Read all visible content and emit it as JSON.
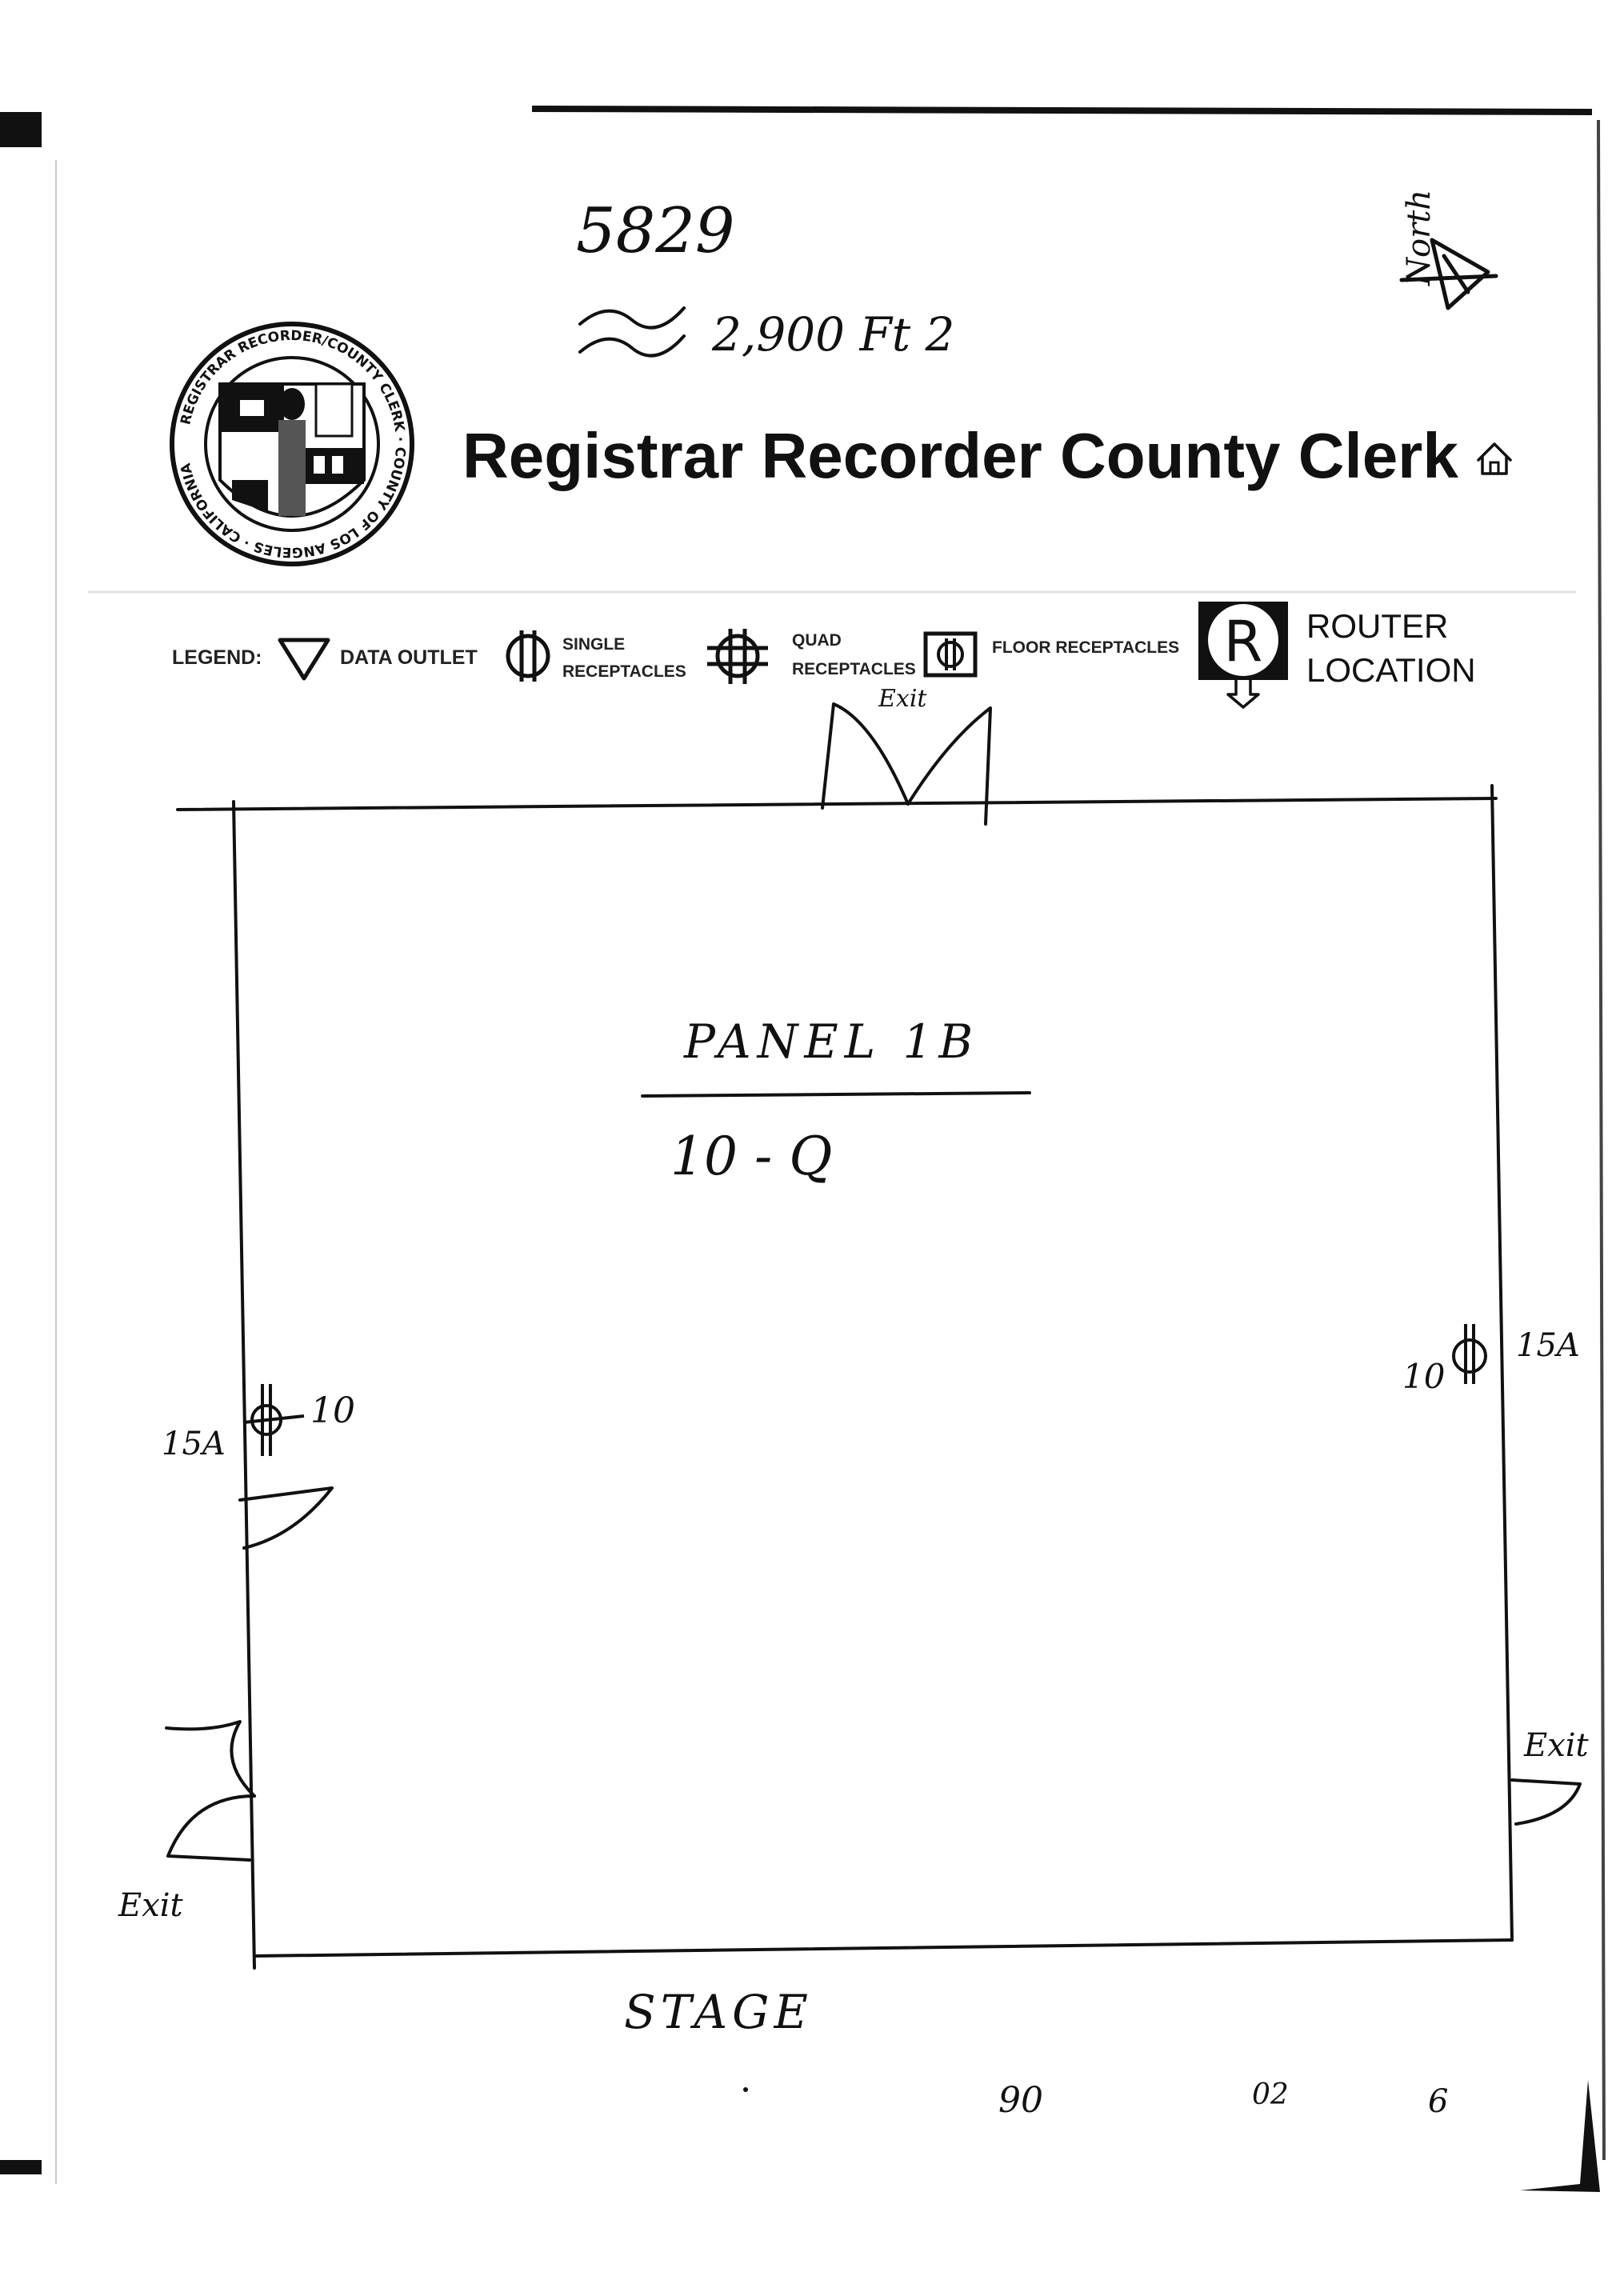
{
  "notes": {
    "site_number": "5829",
    "area": "2,900 Ft 2",
    "north_label": "North"
  },
  "header": {
    "title": "Registrar Recorder County Clerk",
    "seal_text": "REGISTRAR RECORDER/COUNTY CLERK · COUNTY OF LOS ANGELES · CALIFORNIA",
    "home_icon": "home-icon"
  },
  "legend": {
    "label": "LEGEND:",
    "items": [
      {
        "icon": "data-outlet-icon",
        "label": "DATA OUTLET"
      },
      {
        "icon": "single-receptacle-icon",
        "label_1": "SINGLE",
        "label_2": "RECEPTACLES"
      },
      {
        "icon": "quad-receptacle-icon",
        "label_1": "QUAD",
        "label_2": "RECEPTACLES"
      },
      {
        "icon": "floor-receptacle-icon",
        "label": "FLOOR RECEPTACLES"
      },
      {
        "icon": "router-icon",
        "symbol": "R",
        "label_1": "ROUTER",
        "label_2": "LOCATION"
      }
    ]
  },
  "floorplan": {
    "panel_label": "PANEL 1B",
    "panel_value": "10 - Q",
    "exit_label": "Exit",
    "stage_label": "STAGE",
    "left_outlet": {
      "amp": "15A",
      "circuit": "10"
    },
    "right_outlet": {
      "amp": "15A",
      "circuit": "10"
    }
  },
  "footer_marks": [
    "90",
    "02",
    "6"
  ]
}
